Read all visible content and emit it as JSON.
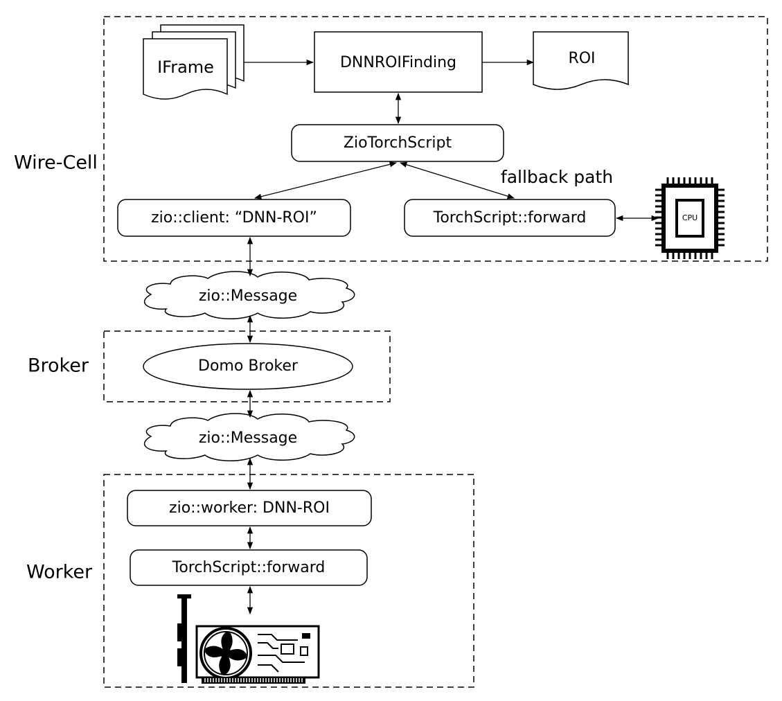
{
  "groups": {
    "wirecell": "Wire-Cell",
    "broker": "Broker",
    "worker": "Worker"
  },
  "nodes": {
    "iframe": "IFrame",
    "dnnroifinding": "DNNROIFinding",
    "roi": "ROI",
    "ziotorchscript": "ZioTorchScript",
    "zio_client": "zio::client: “DNN-ROI”",
    "torchscript_forward_top": "TorchScript::forward",
    "fallback_path": "fallback path",
    "cpu": "CPU",
    "zio_message_top": "zio::Message",
    "domo_broker": "Domo Broker",
    "zio_message_bottom": "zio::Message",
    "zio_worker": "zio::worker: DNN-ROI",
    "torchscript_forward_bottom": "TorchScript::forward"
  },
  "icons": {
    "cpu": "cpu-chip-icon",
    "gpu": "gpu-card-icon",
    "frames": "document-stack-icon",
    "roi": "document-icon"
  },
  "colors": {
    "stroke": "#000000",
    "background": "#ffffff"
  }
}
